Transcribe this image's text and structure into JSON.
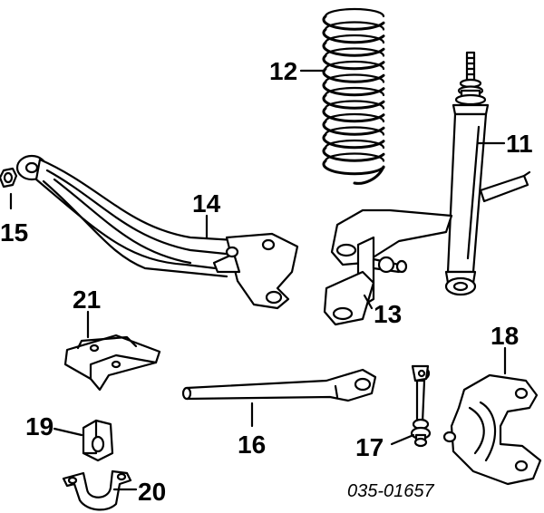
{
  "diagram": {
    "code": "035-01657",
    "callouts": [
      {
        "id": "coil-spring",
        "label": "12"
      },
      {
        "id": "shock-absorber",
        "label": "11"
      },
      {
        "id": "control-arm",
        "label": "14"
      },
      {
        "id": "nut",
        "label": "15"
      },
      {
        "id": "bracket",
        "label": "13"
      },
      {
        "id": "mount-bracket",
        "label": "21"
      },
      {
        "id": "stabilizer-bar",
        "label": "16"
      },
      {
        "id": "stabilizer-link",
        "label": "17"
      },
      {
        "id": "bar-bracket",
        "label": "18"
      },
      {
        "id": "bushing",
        "label": "19"
      },
      {
        "id": "clamp",
        "label": "20"
      }
    ]
  }
}
